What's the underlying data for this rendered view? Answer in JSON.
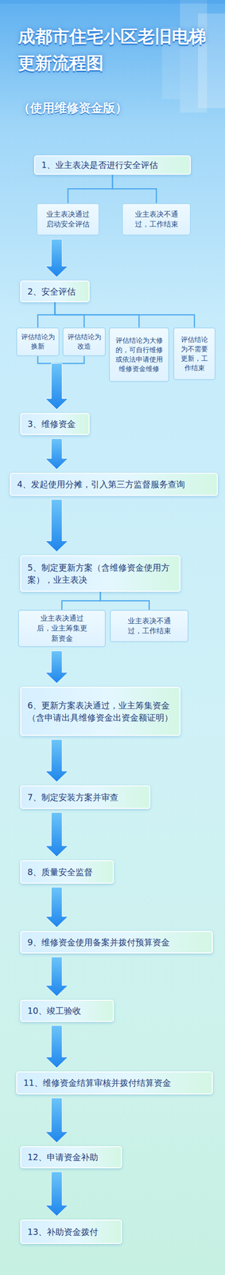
{
  "diagram": {
    "title": "成都市住宅小区老旧电梯 更新流程图",
    "nodes": [
      {
        "text": [
          "1、业主表决是否进行安全评估"
        ]
      },
      {
        "text": [
          "业主表决通过 启动安全评估"
        ]
      },
      {
        "text": [
          "业主表决不通过，工作结束"
        ]
      },
      {
        "text": [
          "2、安全评估"
        ]
      },
      {
        "text": [
          "评估结论为换新"
        ]
      },
      {
        "text": [
          "评估结论为改造"
        ]
      },
      {
        "text": [
          "评估结论为大修的，可自行维修或依法申请使用维修资金维修"
        ]
      },
      {
        "text": [
          "评估结论为不需要更新，工作结束"
        ]
      },
      {
        "text": [
          "3、维修资金"
        ]
      },
      {
        "text": [
          "4、发起使用分摊，引入第三方监督服务查询"
        ]
      },
      {
        "text": [
          "5、制定更新方案（含维修资金使用方案），业主表决"
        ]
      },
      {
        "text": [
          "业主表决通过后，业主筹集更新资金"
        ]
      },
      {
        "text": [
          "业主表决不通过，工作结束"
        ]
      },
      {
        "text": [
          "6、更新方案表决通过，业主筹集资金（含申请出具维修资金出资金额证明）"
        ]
      },
      {
        "text": [
          "7、制定安装方案并审查"
        ]
      },
      {
        "text": [
          "8、质量安全监督"
        ]
      },
      {
        "text": [
          "9、维修资金使用备案并拨付预算资金"
        ]
      },
      {
        "text": [
          "10、竣工验收"
        ]
      },
      {
        "text": [
          "11、维修资金结算审核并拨付结算资金"
        ]
      },
      {
        "text": [
          "12、申请资金补助"
        ]
      },
      {
        "text": [
          "13、补助资金拨付"
        ]
      }
    ],
    "edges": [
      {
        "from": 0,
        "to": 1,
        "arrow": "none"
      },
      {
        "from": 0,
        "to": 2,
        "arrow": "none"
      },
      {
        "from": 1,
        "to": 3,
        "arrow": "to"
      },
      {
        "from": 3,
        "to": 4,
        "arrow": "none"
      },
      {
        "from": 3,
        "to": 5,
        "arrow": "none"
      },
      {
        "from": 3,
        "to": 6,
        "arrow": "none"
      },
      {
        "from": 3,
        "to": 7,
        "arrow": "none"
      },
      {
        "from": 4,
        "to": 8,
        "arrow": "to"
      },
      {
        "from": 5,
        "to": 8,
        "arrow": "to"
      },
      {
        "from": 8,
        "to": 9,
        "arrow": "to"
      },
      {
        "from": 9,
        "to": 10,
        "arrow": "to"
      },
      {
        "from": 10,
        "to": 11,
        "arrow": "none"
      },
      {
        "from": 10,
        "to": 12,
        "arrow": "none"
      },
      {
        "from": 11,
        "to": 13,
        "arrow": "to"
      },
      {
        "from": 13,
        "to": 14,
        "arrow": "to"
      },
      {
        "from": 14,
        "to": 15,
        "arrow": "to"
      },
      {
        "from": 15,
        "to": 16,
        "arrow": "to"
      },
      {
        "from": 16,
        "to": 17,
        "arrow": "to"
      },
      {
        "from": 17,
        "to": 18,
        "arrow": "to"
      },
      {
        "from": 18,
        "to": 19,
        "arrow": "to"
      },
      {
        "from": 19,
        "to": 20,
        "arrow": "to"
      }
    ],
    "labels": [
      "（使用维修资金版）"
    ]
  }
}
